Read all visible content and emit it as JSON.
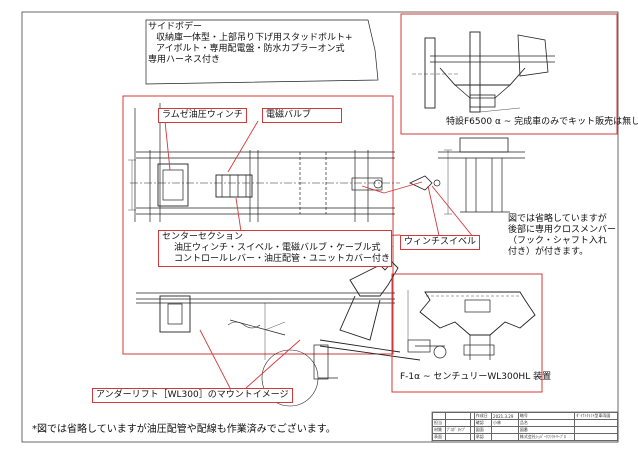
{
  "callouts": {
    "side_body": {
      "title": "サイドボデー",
      "lines": [
        "収納庫一体型・上部吊り下げ用スタッドボルト+",
        "アイボルト・専用配電盤・防水カプラーオン式",
        "専用ハーネス付き"
      ]
    },
    "ramsey_winch": "ラムゼ油圧ウィンチ",
    "solenoid_valve": "電磁バルブ",
    "f6500_note": "特設F6500 α ~ 完成車のみでキット販売は無し",
    "cross_member_note": {
      "lines": [
        "図では省略していますが",
        "後部に専用クロスメンバー",
        "（フック・シャフト入れ",
        "付き）が付きます。"
      ]
    },
    "winch_swivel": "ウィンチスイベル",
    "center_section": {
      "title": "センターセクション",
      "lines": [
        "油圧ウィンチ・スイベル・電磁バルブ・ケーブル式",
        "コントロールレバー・油圧配管・ユニットカバー付き"
      ]
    },
    "underlift_caption": "F-1α ~ センチュリーWL300HL 装置",
    "underlift_mount": "アンダーリフト［WL300］のマウントイメージ",
    "footer_note": "*図では省略していますが油圧配管や配線も作業済みでございます。"
  },
  "title_block": {
    "rows": [
      [
        "",
        "",
        "",
        "作成日",
        "2021.3.29",
        "略号",
        "ﾀﾞｲﾅﾐｸﾗﾌﾄ型車両図"
      ],
      [
        "担当",
        "",
        "",
        "確認",
        "小林",
        "品名",
        ""
      ],
      [
        "材質",
        "ﾌﾟﾛﾎﾟ ﾀｲﾌﾟ",
        "",
        "図面",
        "",
        "図番",
        ""
      ],
      [
        "表面",
        "",
        "",
        "承認",
        "",
        "株式会社ｼｭﾊﾟｰｸﾌｧｸﾄﾘｰﾌﾟﾛ",
        ""
      ]
    ]
  },
  "colors": {
    "line": "#222222",
    "accent_red": "#d23a3a",
    "hatch": "#555555"
  }
}
